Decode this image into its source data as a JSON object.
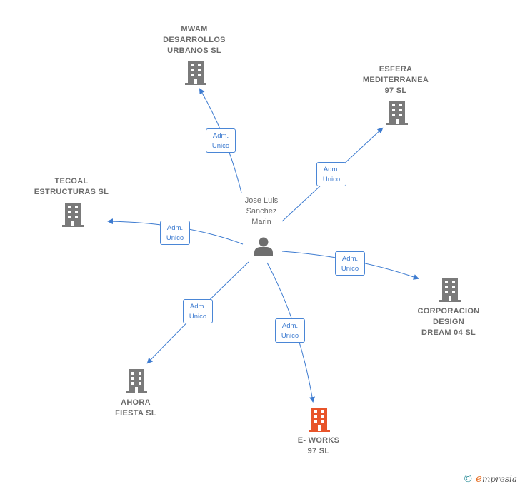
{
  "person": {
    "name_lines": [
      "Jose Luis",
      "Sanchez",
      "Marin"
    ],
    "icon": "person-icon"
  },
  "companies": [
    {
      "id": "mwam",
      "lines": [
        "MWAM",
        "DESARROLLOS",
        "URBANOS  SL"
      ],
      "icon": "building-icon",
      "highlight": false
    },
    {
      "id": "esfera",
      "lines": [
        "ESFERA",
        "MEDITERRANEA",
        "97  SL"
      ],
      "icon": "building-icon",
      "highlight": false
    },
    {
      "id": "tecoal",
      "lines": [
        "TECOAL",
        "ESTRUCTURAS SL"
      ],
      "icon": "building-icon",
      "highlight": false
    },
    {
      "id": "corporacion",
      "lines": [
        "CORPORACION",
        "DESIGN",
        "DREAM 04  SL"
      ],
      "icon": "building-icon",
      "highlight": false
    },
    {
      "id": "ahora",
      "lines": [
        "AHORA",
        "FIESTA  SL"
      ],
      "icon": "building-icon",
      "highlight": false
    },
    {
      "id": "eworks",
      "lines": [
        "E- WORKS",
        "97  SL"
      ],
      "icon": "building-icon",
      "highlight": true
    }
  ],
  "relations": [
    {
      "target": "mwam",
      "lines": [
        "Adm.",
        "Unico"
      ]
    },
    {
      "target": "esfera",
      "lines": [
        "Adm.",
        "Unico"
      ]
    },
    {
      "target": "tecoal",
      "lines": [
        "Adm.",
        "Unico"
      ]
    },
    {
      "target": "corporacion",
      "lines": [
        "Adm.",
        "Unico"
      ]
    },
    {
      "target": "ahora",
      "lines": [
        "Adm.",
        "Unico"
      ]
    },
    {
      "target": "eworks",
      "lines": [
        "Adm.",
        "Unico"
      ]
    }
  ],
  "colors": {
    "edge": "#3d7bd0",
    "building": "#7a7a7a",
    "building_highlight": "#e8542a",
    "person": "#6e6e6e"
  },
  "footer": {
    "copyright_symbol": "©",
    "brand_first": "e",
    "brand_rest": "mpresia"
  }
}
